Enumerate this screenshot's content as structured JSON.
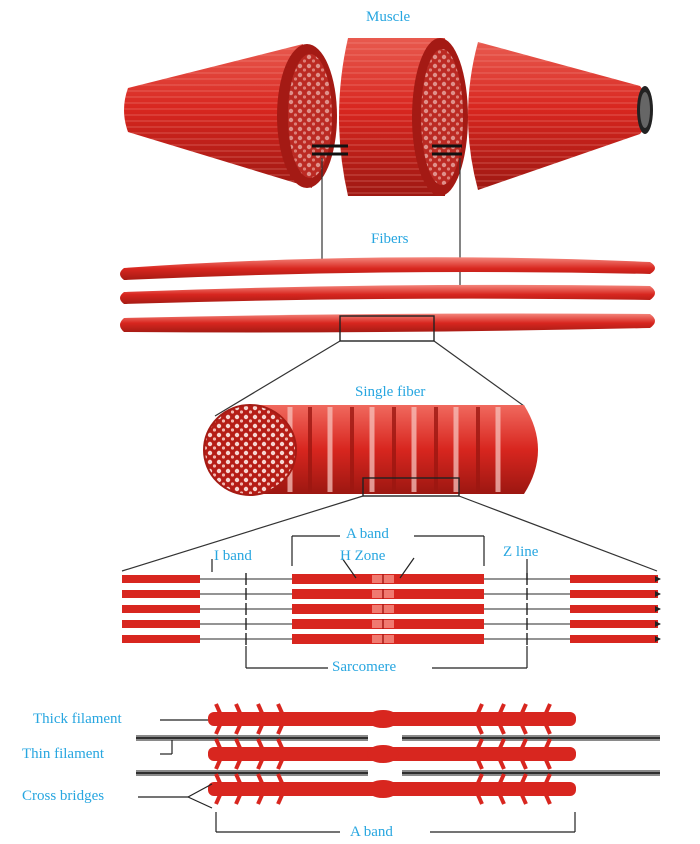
{
  "labels": {
    "muscle": "Muscle",
    "fibers": "Fibers",
    "single_fiber": "Single fiber",
    "a_band_top": "A band",
    "i_band": "I band",
    "h_zone": "H Zone",
    "z_line": "Z line",
    "sarcomere": "Sarcomere",
    "thick_filament": "Thick filament",
    "thin_filament": "Thin filament",
    "cross_bridges": "Cross bridges",
    "a_band_bottom": "A band"
  },
  "colors": {
    "label": "#27a6e0",
    "muscle_red": "#d8261f",
    "muscle_dark": "#a81a15",
    "muscle_light": "#f27a6f",
    "line": "#333333",
    "filament_gray": "#8a8a8a"
  }
}
